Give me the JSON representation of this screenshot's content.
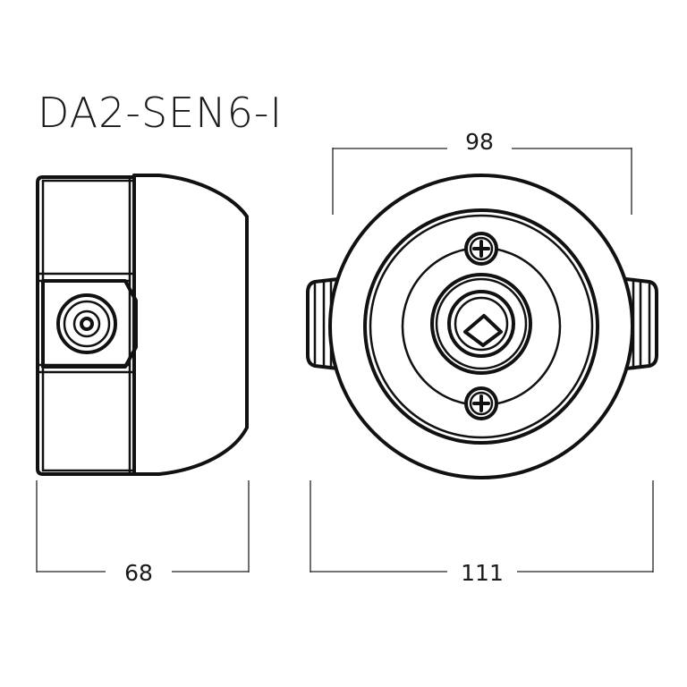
{
  "title": "DA2-SEN6-I",
  "dimensions": {
    "side_depth": "68",
    "front_inner_width": "98",
    "front_overall_width": "111"
  },
  "colors": {
    "line": "#111111",
    "background": "#ffffff"
  },
  "icons": {
    "screw": "phillips-screw-icon",
    "sensor": "sensor-lens-icon"
  }
}
